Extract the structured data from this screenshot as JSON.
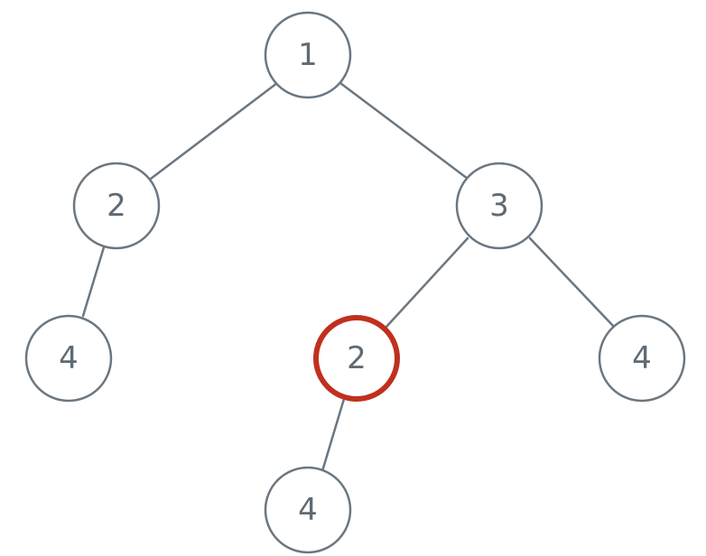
{
  "tree": {
    "nodes": [
      {
        "id": "n1",
        "value": "1",
        "highlighted": false
      },
      {
        "id": "n2a",
        "value": "2",
        "highlighted": false
      },
      {
        "id": "n3",
        "value": "3",
        "highlighted": false
      },
      {
        "id": "n4a",
        "value": "4",
        "highlighted": false
      },
      {
        "id": "n2b",
        "value": "2",
        "highlighted": true
      },
      {
        "id": "n4b",
        "value": "4",
        "highlighted": false
      },
      {
        "id": "n4c",
        "value": "4",
        "highlighted": false
      }
    ],
    "edges": [
      {
        "from": "n1",
        "to": "n2a"
      },
      {
        "from": "n1",
        "to": "n3"
      },
      {
        "from": "n2a",
        "to": "n4a"
      },
      {
        "from": "n3",
        "to": "n2b"
      },
      {
        "from": "n3",
        "to": "n4b"
      },
      {
        "from": "n2b",
        "to": "n4c"
      }
    ],
    "colors": {
      "node_stroke": "#6b7781",
      "edge": "#6b7781",
      "label": "#5f6a73",
      "highlight": "#c0301e",
      "background": "#ffffff"
    }
  }
}
